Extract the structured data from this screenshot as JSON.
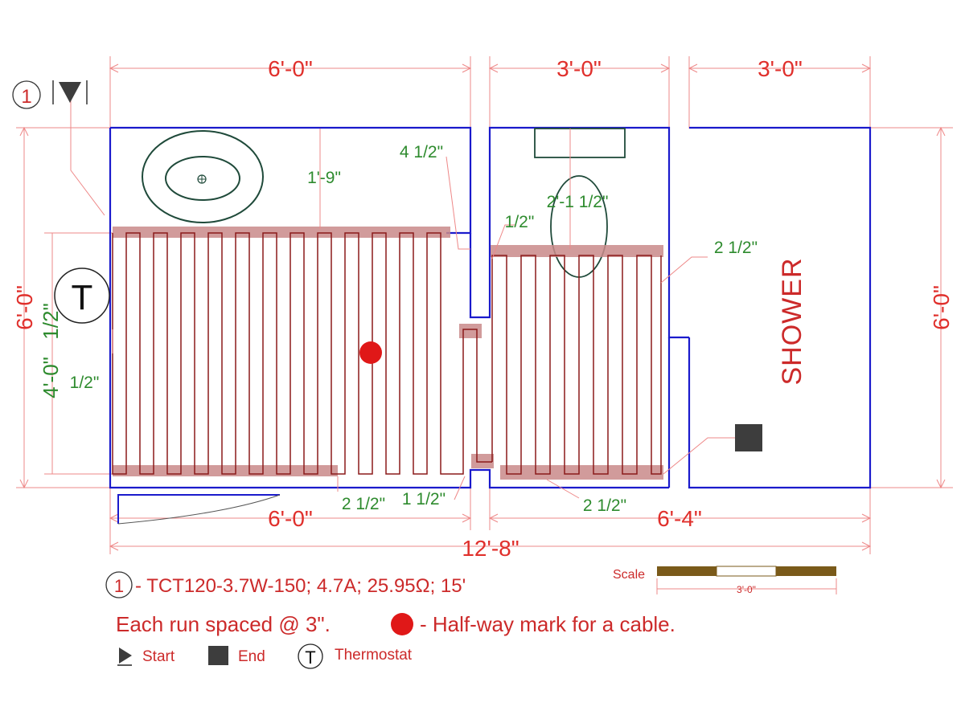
{
  "dimensions": {
    "top": [
      "6'-0\"",
      "3'-0\"",
      "3'-0\""
    ],
    "left_height": "6'-0\"",
    "right_height": "6'-0\"",
    "bottom_left": "6'-0\"",
    "bottom_right": "6'-4\"",
    "overall": "12'-8\"",
    "heated_height_main": "4'-0\"",
    "heated_height_fraction": "1/2\"",
    "left_margin": "1/2\""
  },
  "clearances": {
    "c1": "1'-9\"",
    "c2": "4 1/2\"",
    "c3": "2'-1 1/2\"",
    "c4": "1/2\"",
    "c5": "2 1/2\"",
    "c6": "2 1/2\"",
    "c7": "1 1/2\"",
    "c8": "2 1/2\""
  },
  "labels": {
    "shower": "SHOWER",
    "thermostat_symbol": "T",
    "cable_marker": "1"
  },
  "legend": {
    "cable_number": "1",
    "cable_spec": " - TCT120-3.7W-150; 4.7A; 25.95Ω; 15'",
    "spacing_note": "Each run spaced @ 3\".",
    "halfway_note": "- Half-way mark for a cable.",
    "start": "Start",
    "end": "End",
    "thermostat": "Thermostat",
    "thermostat_symbol": "T"
  },
  "scale": {
    "label": "Scale",
    "length": "3'-0\""
  },
  "colors": {
    "wall": "#1a1acc",
    "dimension": "#e0302c",
    "clearance": "#2e8b2e",
    "cable": "#8b1a1a",
    "cable_band": "#c98a8a",
    "halfway_mark": "#e01818"
  }
}
